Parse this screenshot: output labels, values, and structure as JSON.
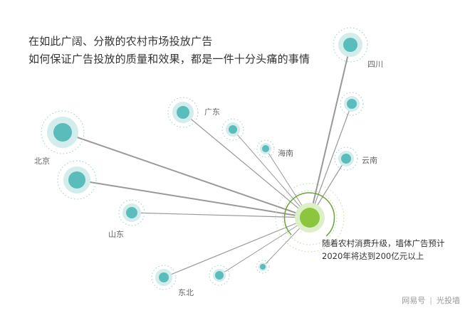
{
  "headline": {
    "line1": "在如此广阔、分散的农村市场投放广告",
    "line2": "如何保证广告投放的质量和效果，都是一件十分头痛的事情"
  },
  "nodes": {
    "sichuan": "四川",
    "guangdong": "广东",
    "hainan": "海南",
    "yunnan": "云南",
    "beijing": "北京",
    "shandong": "山东",
    "dongbei": "东北"
  },
  "center_note": {
    "line1": "随着农村消费升级，墙体广告预计",
    "line2": "2020年将达到200亿元以上"
  },
  "watermark": {
    "source": "网易号",
    "account": "光投墙"
  },
  "colors": {
    "node_fill": "#5bbcbc",
    "node_halo": "#d3ecec",
    "center_fill": "#8cc63f",
    "center_halo": "#dcefc6",
    "connector": "#999999"
  }
}
